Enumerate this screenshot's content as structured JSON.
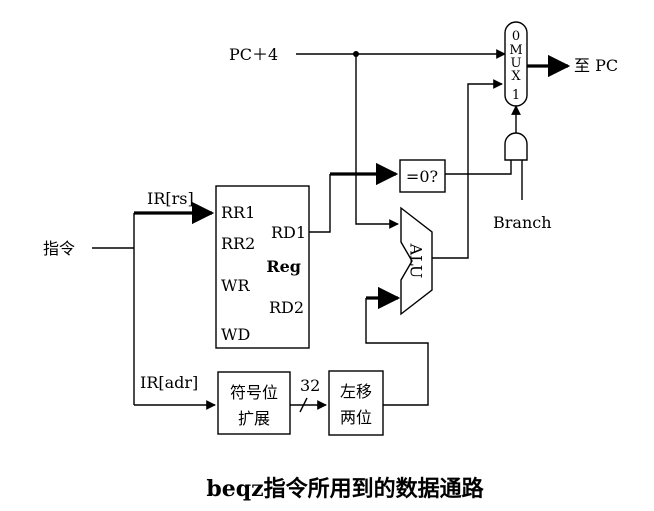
{
  "inputs": {
    "pc_plus_4": "PC＋4",
    "instruction": "指令",
    "ir_rs": "IR[rs]",
    "ir_adr": "IR[adr]",
    "branch": "Branch"
  },
  "output_to_pc": "至 PC",
  "register_file": {
    "rr1": "RR1",
    "rr2": "RR2",
    "wr": "WR",
    "wd": "WD",
    "rd1": "RD1",
    "rd2": "RD2",
    "name": "Reg"
  },
  "zero_test": "=0?",
  "alu": "ALU",
  "mux": {
    "in0": "0",
    "letters": [
      "M",
      "U",
      "X"
    ],
    "in1": "1"
  },
  "sign_extend": {
    "line1": "符号位",
    "line2": "扩展"
  },
  "shift_left": {
    "line1": "左移",
    "line2": "两位"
  },
  "bus_width": "32",
  "caption": "beqz指令所用到的数据通路"
}
